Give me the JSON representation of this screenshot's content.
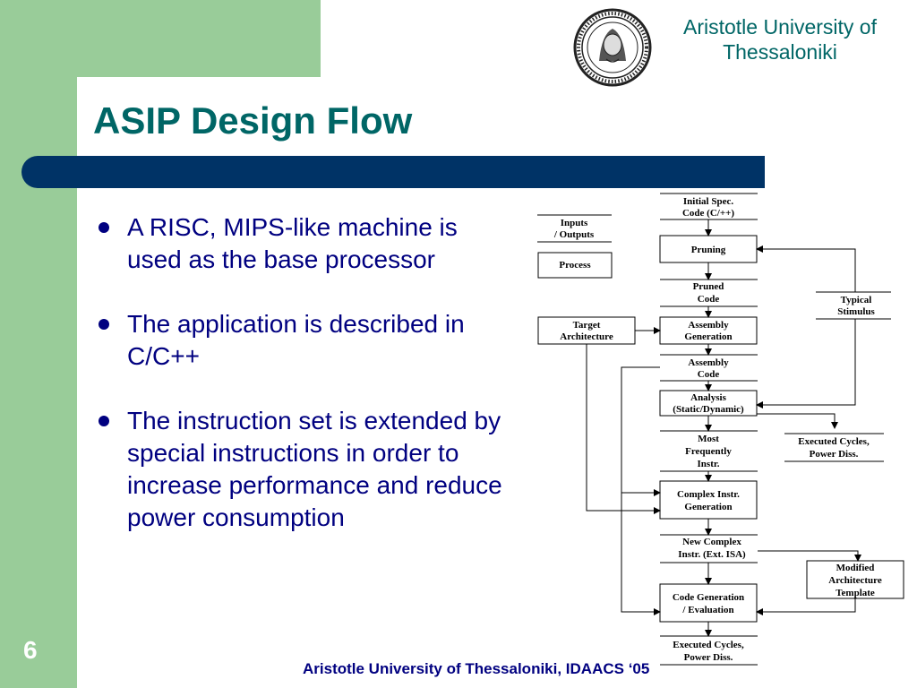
{
  "header": {
    "university_line1": "Aristotle University of",
    "university_line2": "Thessaloniki",
    "logo": "university-seal"
  },
  "slide": {
    "title": "ASIP Design Flow",
    "number": "6"
  },
  "bullets": [
    "A RISC, MIPS-like machine is used as the base processor",
    "The application is described in C/C++",
    "The instruction set is extended by special instructions in order to increase performance and reduce power consumption"
  ],
  "diagram": {
    "legend": {
      "io": [
        "Inputs",
        "/ Outputs"
      ],
      "process": "Process"
    },
    "nodes": {
      "initial_spec": [
        "Initial Spec.",
        "Code (C/++)"
      ],
      "pruning": "Pruning",
      "pruned_code": [
        "Pruned",
        "Code"
      ],
      "typical_stimulus": [
        "Typical",
        "Stimulus"
      ],
      "target_architecture": [
        "Target",
        "Architecture"
      ],
      "assembly_generation": [
        "Assembly",
        "Generation"
      ],
      "assembly_code": [
        "Assembly",
        "Code"
      ],
      "analysis": [
        "Analysis",
        "(Static/Dynamic)"
      ],
      "executed_cycles_top": [
        "Executed Cycles,",
        "Power Diss."
      ],
      "most_frequent": [
        "Most",
        "Frequently",
        "Instr."
      ],
      "complex_instr_generation": [
        "Complex Instr.",
        "Generation"
      ],
      "new_complex_instr": [
        "New Complex",
        "Instr. (Ext. ISA)"
      ],
      "modified_arch": [
        "Modified",
        "Architecture",
        "Template"
      ],
      "code_generation": [
        "Code Generation",
        "/ Evaluation"
      ],
      "executed_cycles_bottom": [
        "Executed Cycles,",
        "Power Diss."
      ]
    }
  },
  "footer": {
    "text": "Aristotle University of Thessaloniki, IDAACS ‘05"
  },
  "colors": {
    "green": "#99cc99",
    "navy": "#003366",
    "teal": "#006666",
    "text": "#000080"
  }
}
